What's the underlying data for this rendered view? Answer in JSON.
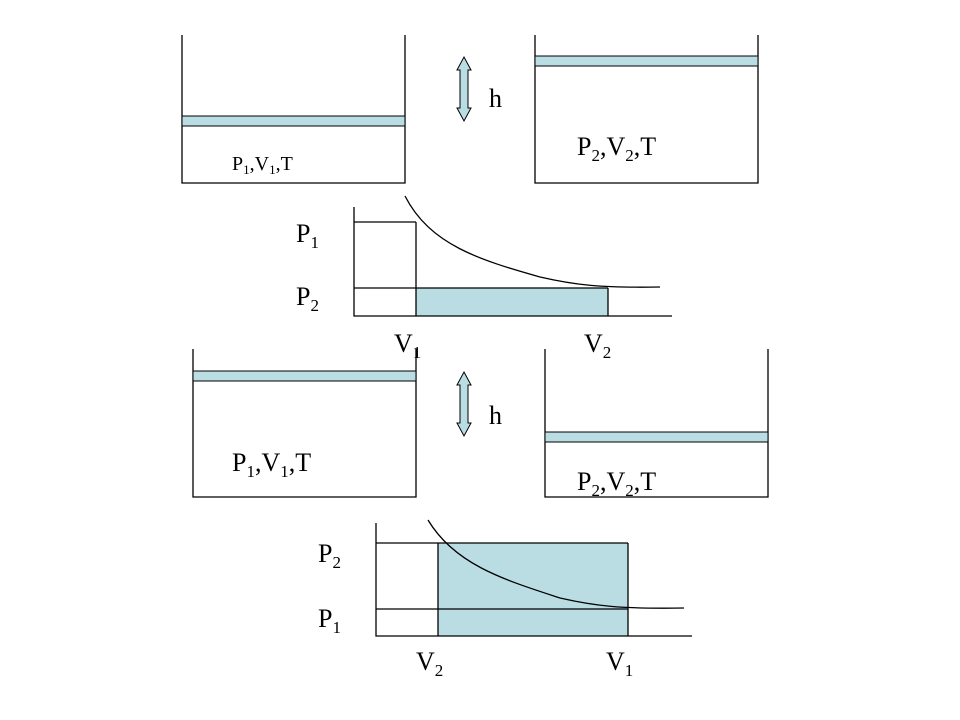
{
  "colors": {
    "piston": "#b9dde3",
    "fill": "#b9dde3",
    "arrow": "#b9dde3",
    "line": "#000000",
    "background": "#ffffff"
  },
  "top": {
    "left_state": {
      "P": "P",
      "P_sub": "1",
      "V": "V",
      "V_sub": "1",
      "T": "T"
    },
    "right_state": {
      "P": "P",
      "P_sub": "2",
      "V": "V",
      "V_sub": "2",
      "T": "T"
    },
    "height_label": "h",
    "graph": {
      "p_upper": "P",
      "p_upper_sub": "1",
      "p_lower": "P",
      "p_lower_sub": "2",
      "v_left": "V",
      "v_left_sub": "1",
      "v_right": "V",
      "v_right_sub": "2"
    }
  },
  "bottom": {
    "left_state": {
      "P": "P",
      "P_sub": "1",
      "V": "V",
      "V_sub": "1",
      "T": "T"
    },
    "right_state": {
      "P": "P",
      "P_sub": "2",
      "V": "V",
      "V_sub": "2",
      "T": "T"
    },
    "height_label": "h",
    "graph": {
      "p_upper": "P",
      "p_upper_sub": "2",
      "p_lower": "P",
      "p_lower_sub": "1",
      "v_left": "V",
      "v_left_sub": "2",
      "v_right": "V",
      "v_right_sub": "1"
    }
  }
}
